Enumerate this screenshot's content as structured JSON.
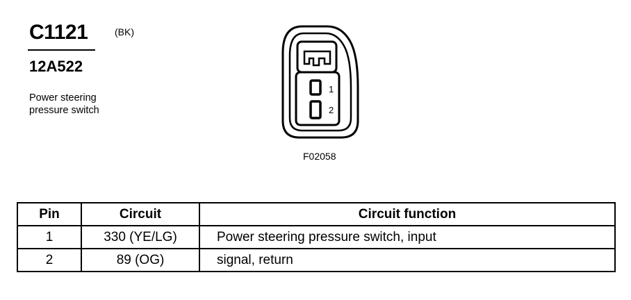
{
  "connector": {
    "id": "C1121",
    "color_code": "(BK)",
    "part_number": "12A522",
    "description_lines": [
      "Power steering",
      "pressure switch"
    ],
    "figure_id": "F02058",
    "pin_labels": [
      "1",
      "2"
    ]
  },
  "table": {
    "headers": [
      "Pin",
      "Circuit",
      "Circuit function"
    ],
    "rows": [
      {
        "pin": "1",
        "circuit": "330 (YE/LG)",
        "function": "Power steering pressure switch, input"
      },
      {
        "pin": "2",
        "circuit": "89 (OG)",
        "function": "signal, return"
      }
    ]
  }
}
